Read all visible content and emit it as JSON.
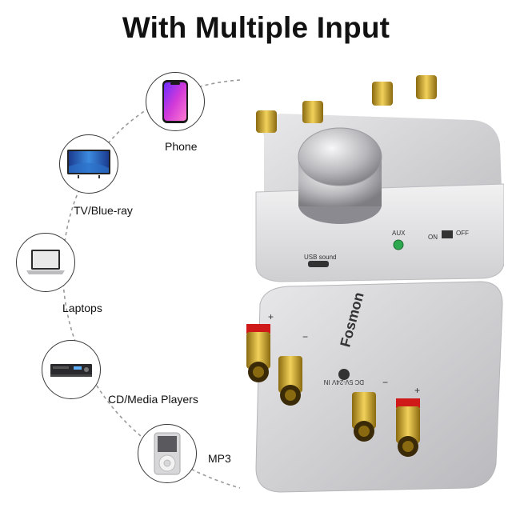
{
  "headline": "With Multiple Input",
  "sources": [
    {
      "label": "Phone",
      "icon": "phone-icon"
    },
    {
      "label": "TV/Blue-ray",
      "icon": "tv-icon"
    },
    {
      "label": "Laptops",
      "icon": "laptop-icon"
    },
    {
      "label": "CD/Media Players",
      "icon": "cd-player-icon"
    },
    {
      "label": "MP3",
      "icon": "mp3-player-icon"
    }
  ],
  "device": {
    "brand": "Fosmon",
    "usb_label": "USB sound",
    "aux_label": "AUX",
    "switch_on": "ON",
    "switch_off": "OFF",
    "power_label": "DC 5V-24V IN",
    "plus": "+",
    "minus": "−"
  },
  "colors": {
    "accent": "#c8a22a",
    "body": "#c9c9cc",
    "ring": "#d01a1a",
    "aux_led": "#2ea84f"
  }
}
